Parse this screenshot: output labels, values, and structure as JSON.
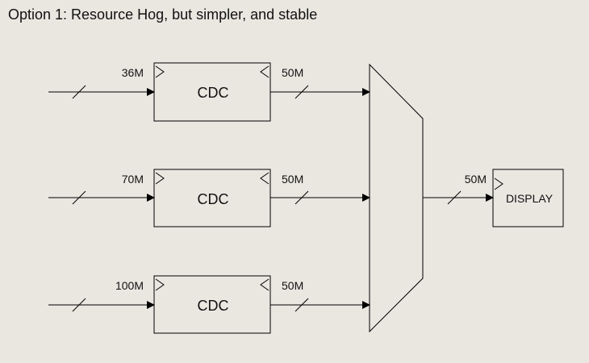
{
  "title": "Option 1: Resource Hog, but simpler, and stable",
  "cdc_blocks": [
    {
      "label": "CDC",
      "in_clock": "36M",
      "out_clock": "50M"
    },
    {
      "label": "CDC",
      "in_clock": "70M",
      "out_clock": "50M"
    },
    {
      "label": "CDC",
      "in_clock": "100M",
      "out_clock": "50M"
    }
  ],
  "display": {
    "label": "DISPLAY",
    "clock": "50M"
  }
}
